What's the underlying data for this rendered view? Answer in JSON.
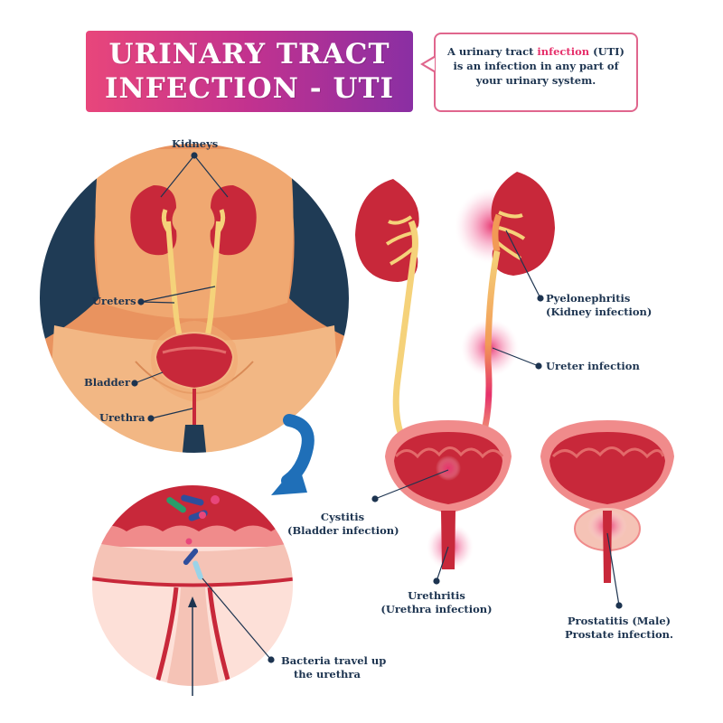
{
  "title": {
    "line1": "URINARY TRACT",
    "line2": "INFECTION - UTI"
  },
  "definition": {
    "part1": "A urinary tract ",
    "highlight": "infection",
    "part2": " (UTI)",
    "line2": "is an infection in any part of",
    "line3": "your urinary system."
  },
  "labels": {
    "kidneys": "Kidneys",
    "ureters": "Ureters",
    "bladder": "Bladder",
    "urethra": "Urethra",
    "pyelonephritis": "Pyelonephritis",
    "pyelonephritis_sub": "(Kidney infection)",
    "ureter_infection": "Ureter infection",
    "cystitis": "Cystitis",
    "cystitis_sub": "(Bladder infection)",
    "urethritis": "Urethritis",
    "urethritis_sub": "(Urethra infection)",
    "prostatitis": "Prostatitis (Male)",
    "prostatitis_sub": "Prostate infection.",
    "bacteria": "Bacteria travel up",
    "bacteria_sub": "the urethra"
  },
  "colors": {
    "navy": "#1d3450",
    "infection_pink": "#e6306b",
    "kidney_red": "#c8283a",
    "skin": "#f0a871",
    "banner_start": "#e8467b",
    "banner_end": "#8a2fa3",
    "arrow_blue": "#1f6fb8"
  }
}
